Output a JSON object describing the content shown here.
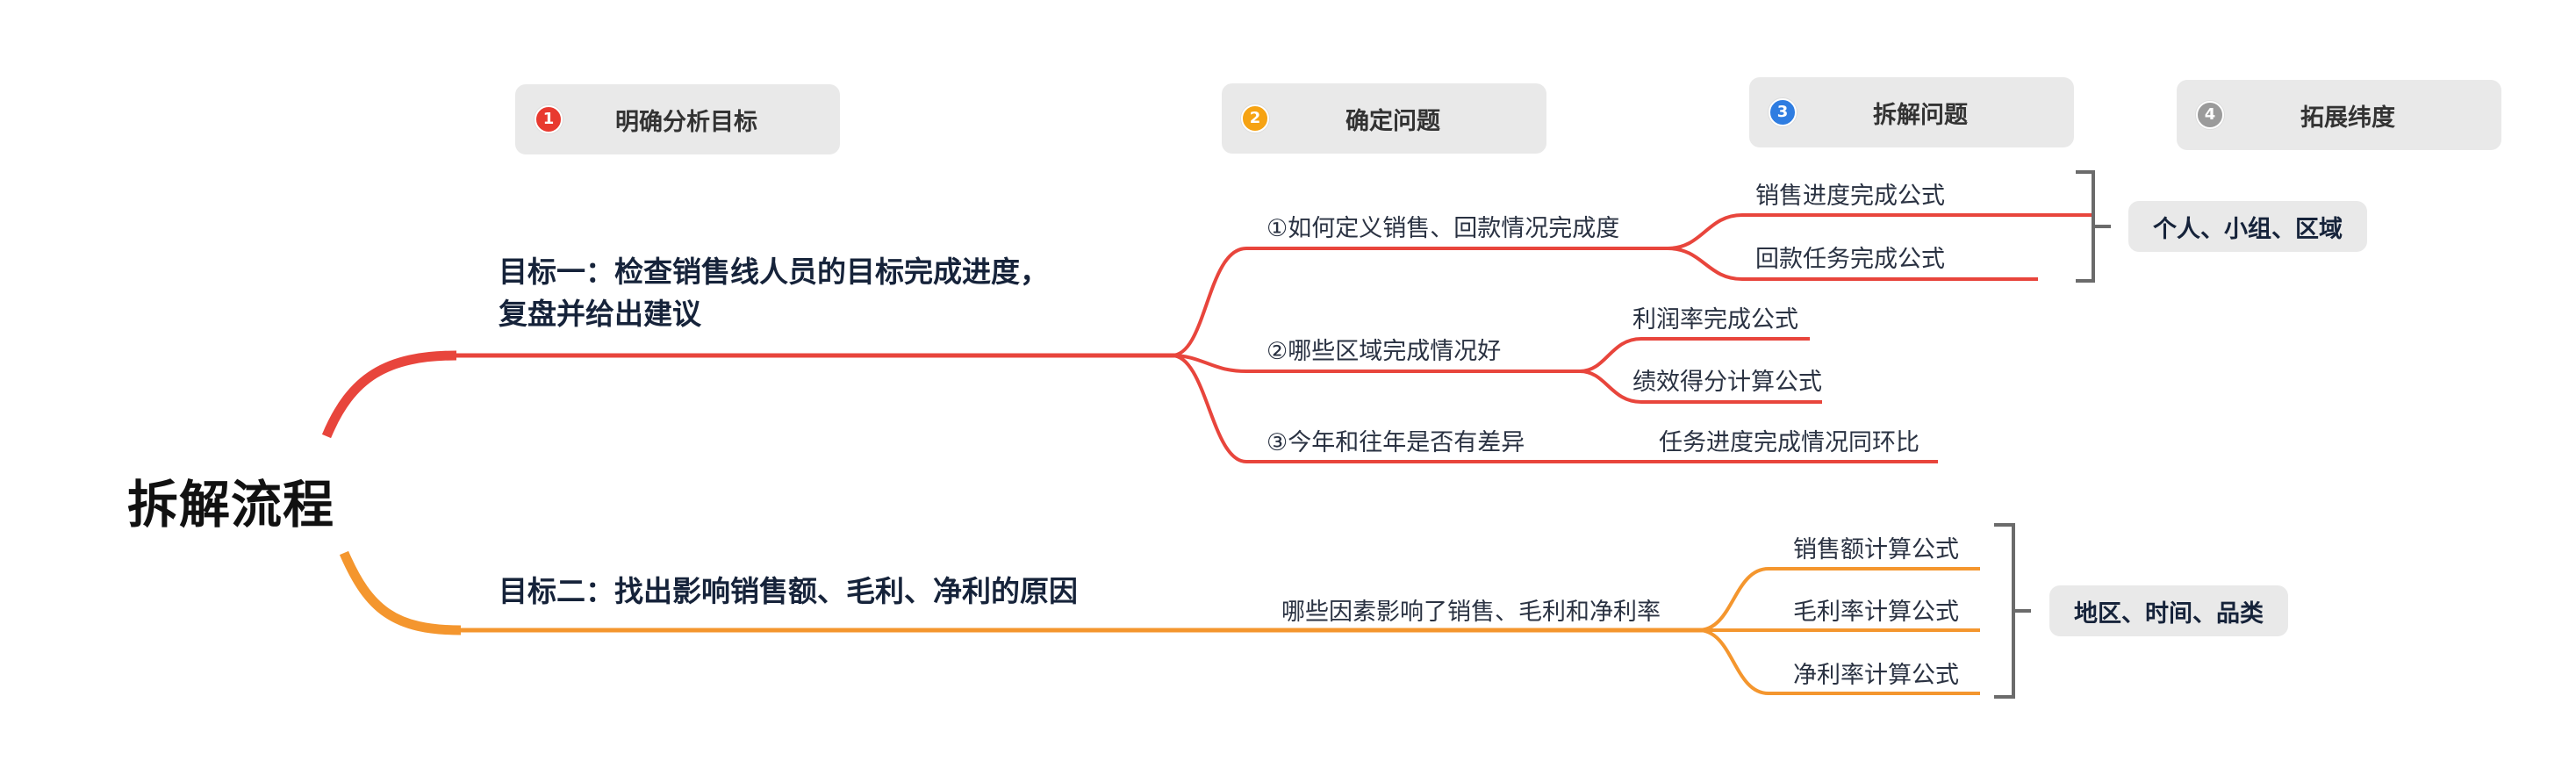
{
  "colors": {
    "branch_goal1": "#e8453c",
    "branch_goal2": "#f4962e",
    "bracket": "#6b6b6b",
    "step_box_bg": "#e9e9e9",
    "step1_badge": "#e8392f",
    "step2_badge": "#f6a313",
    "step3_badge": "#2f7de1",
    "step4_badge": "#9b9b9b"
  },
  "steps": [
    {
      "number": "1",
      "label": "明确分析目标"
    },
    {
      "number": "2",
      "label": "确定问题"
    },
    {
      "number": "3",
      "label": "拆解问题"
    },
    {
      "number": "4",
      "label": "拓展纬度"
    }
  ],
  "root": {
    "title": "拆解流程"
  },
  "goal1": {
    "title_line1": "目标一：检查销售线人员的目标完成进度，",
    "title_line2": "复盘并给出建议",
    "questions": [
      {
        "label": "①如何定义销售、回款情况完成度",
        "children": [
          "销售进度完成公式",
          "回款任务完成公式"
        ]
      },
      {
        "label": "②哪些区域完成情况好",
        "children": [
          "利润率完成公式",
          "绩效得分计算公式"
        ]
      },
      {
        "label": "③今年和往年是否有差异",
        "children": [
          "任务进度完成情况同环比"
        ]
      }
    ],
    "dimension": "个人、小组、区域"
  },
  "goal2": {
    "title": "目标二：找出影响销售额、毛利、净利的原因",
    "question": "哪些因素影响了销售、毛利和净利率",
    "children": [
      "销售额计算公式",
      "毛利率计算公式",
      "净利率计算公式"
    ],
    "dimension": "地区、时间、品类"
  }
}
